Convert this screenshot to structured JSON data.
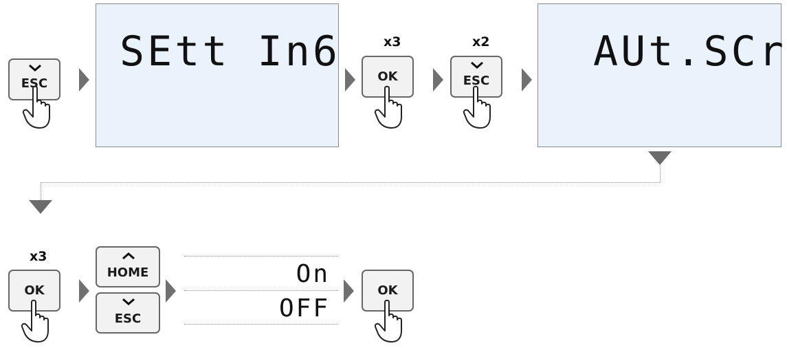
{
  "row1": {
    "button1": {
      "label": "ESC",
      "icon": "chevron-down-icon"
    },
    "lcd1": {
      "text": "SEtt In6"
    },
    "button2": {
      "label": "OK",
      "repeat": "x3"
    },
    "button3": {
      "label": "ESC",
      "repeat": "x2",
      "icon": "chevron-down-icon"
    },
    "lcd2": {
      "text": "AUt.SCr"
    }
  },
  "row2": {
    "button1": {
      "label": "OK",
      "repeat": "x3"
    },
    "button_home": {
      "label": "HOME",
      "icon": "chevron-up-icon"
    },
    "button_esc": {
      "label": "ESC",
      "icon": "chevron-down-icon"
    },
    "options": [
      "On",
      "OFF"
    ],
    "button_final": {
      "label": "OK"
    }
  },
  "colors": {
    "lcd_background": "#eaf2fb",
    "arrow": "#707070",
    "button": "#f2f2f2"
  }
}
